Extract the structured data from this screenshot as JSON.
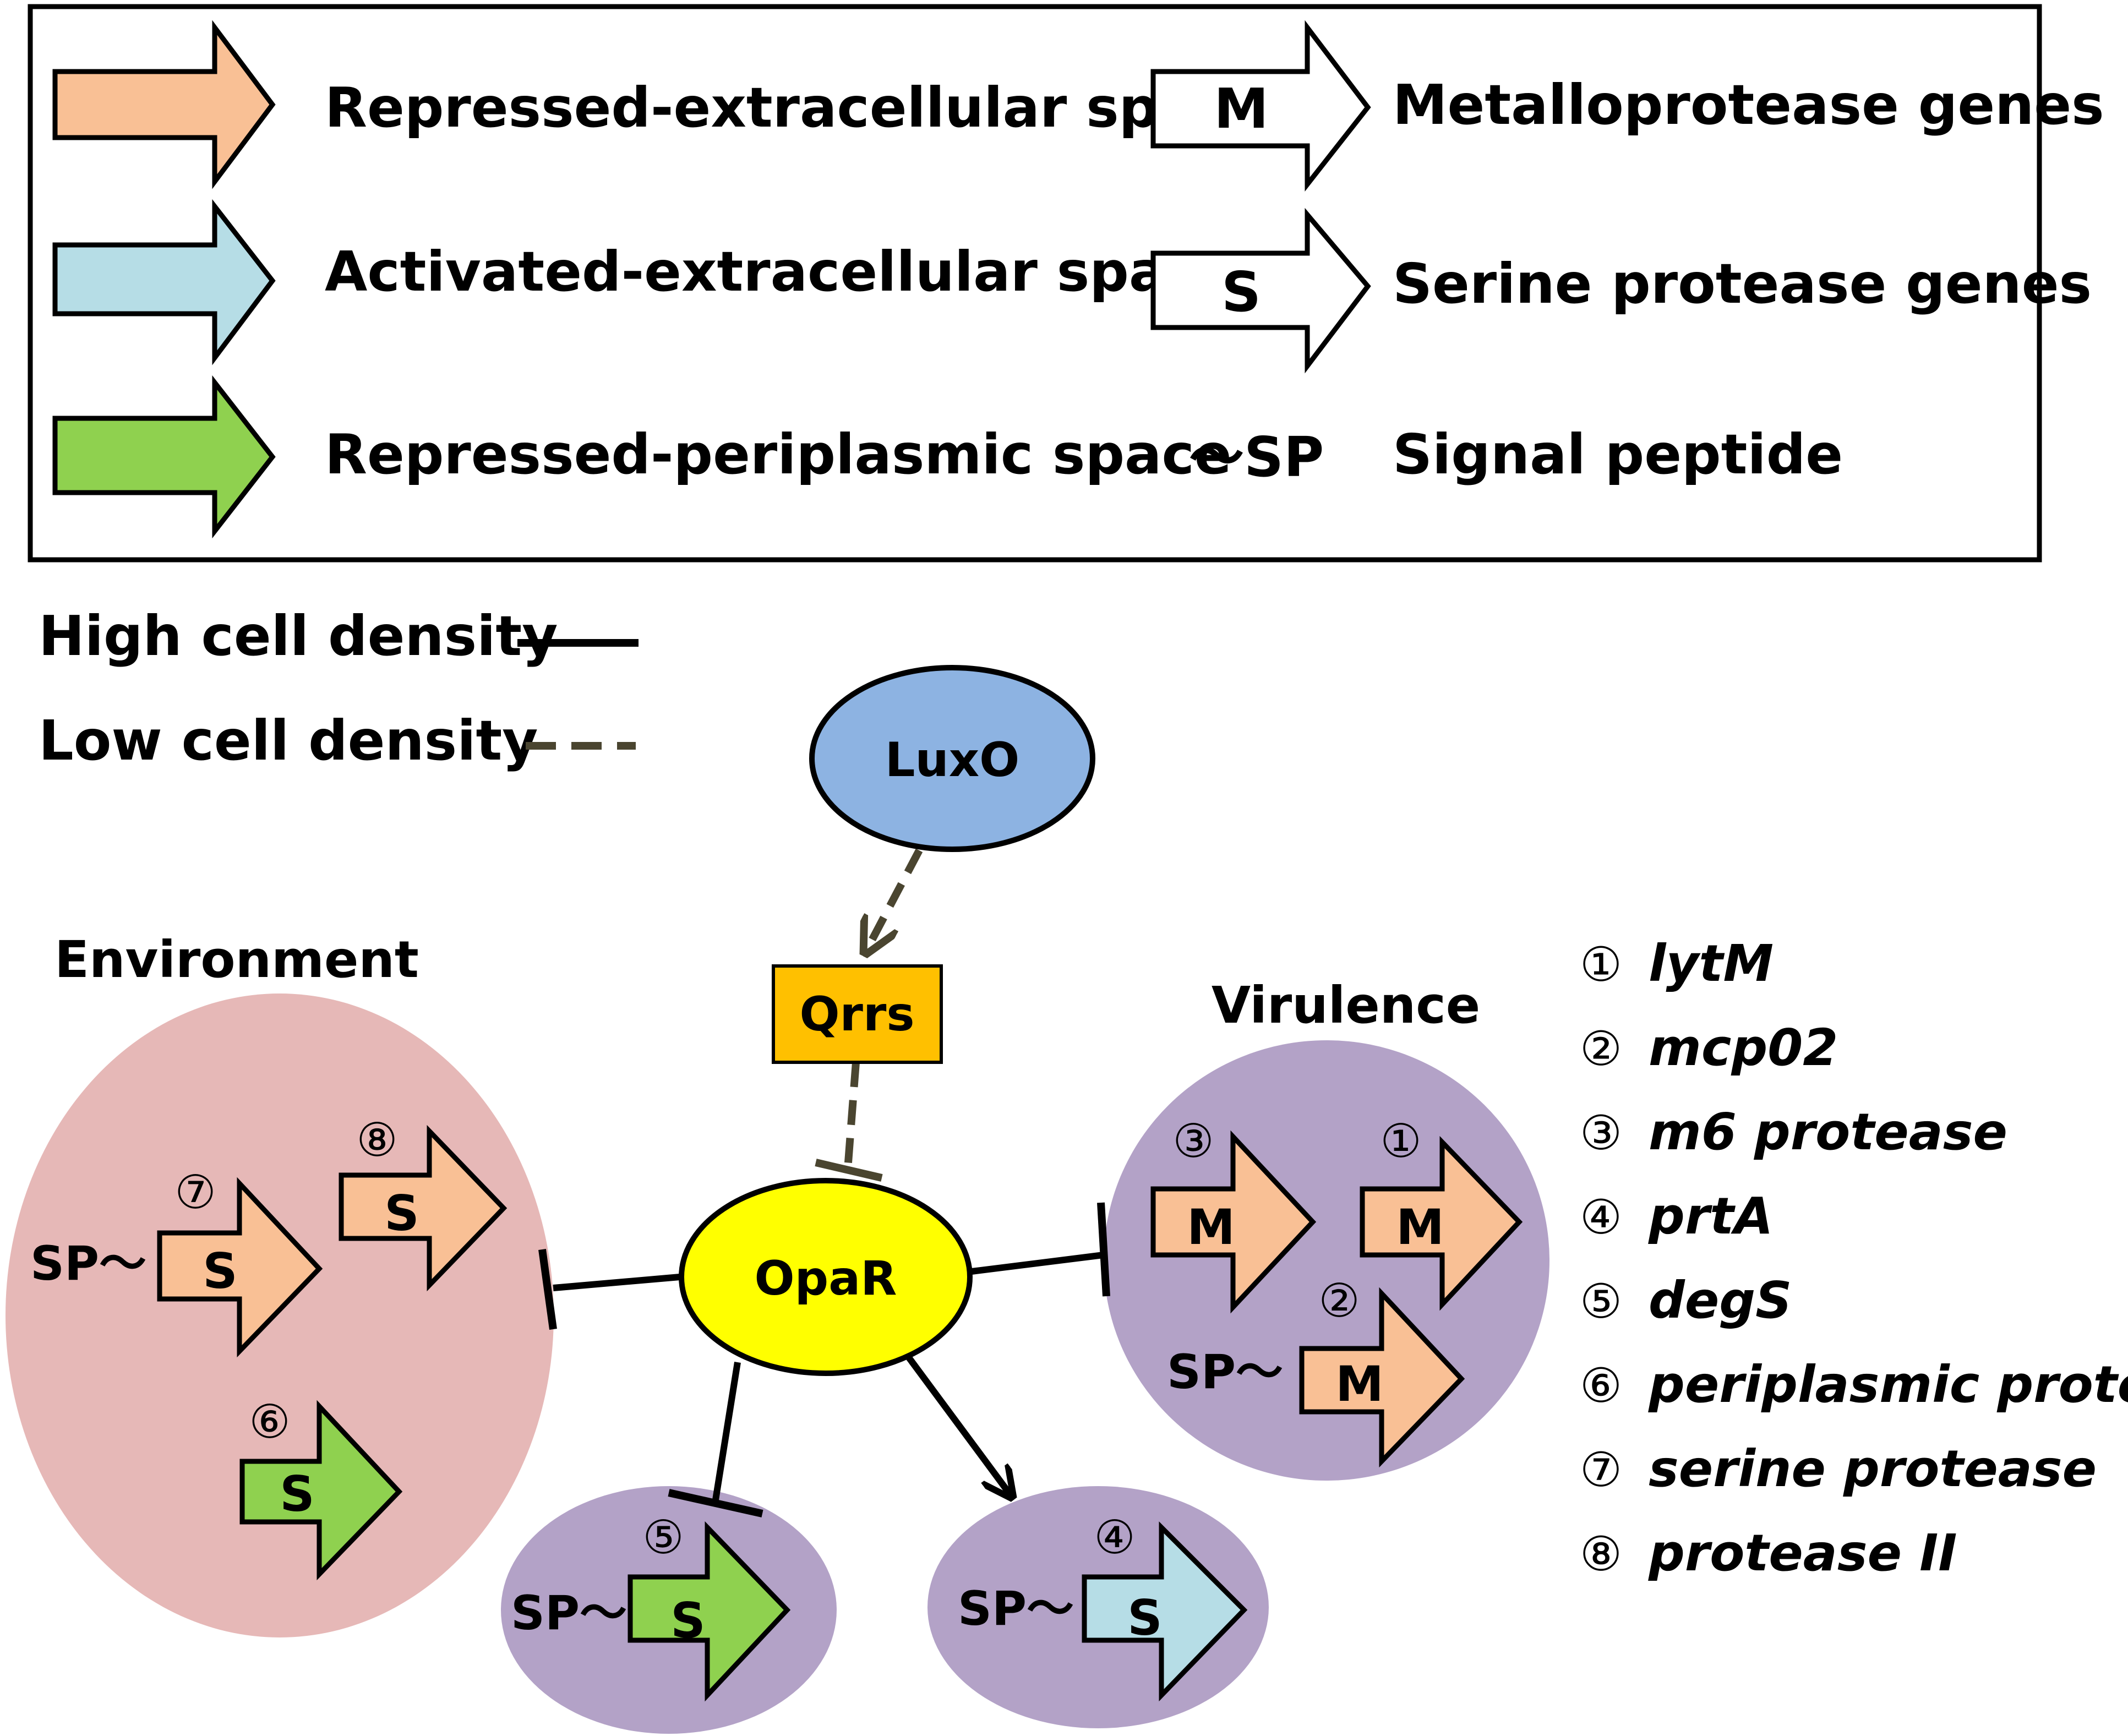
{
  "colors": {
    "repressed_extracellular": "#f9c095",
    "activated_extracellular": "#b6dde6",
    "repressed_periplasmic": "#8fd14f",
    "metalloprotease": "#ffffff",
    "luxo": "#8db3e2",
    "qrrs": "#ffc000",
    "opar": "#ffff00",
    "environment": "#e6b8b7",
    "virulence": "#b3a2c7",
    "low_density_line": "#4a4530",
    "high_density_line": "#000000"
  },
  "legend": {
    "repressed_extracellular": "Repressed-extracellular space",
    "activated_extracellular": "Activated-extracellular space",
    "repressed_periplasmic": "Repressed-periplasmic space",
    "metallo_symbol": "M",
    "metallo_label": "Metalloprotease genes",
    "serine_symbol": "S",
    "serine_label": "Serine protease genes",
    "sp_symbol": "～SP",
    "sp_label": "Signal peptide"
  },
  "density": {
    "high": "High cell density",
    "low": "Low cell density"
  },
  "nodes": {
    "luxo": "LuxO",
    "qrrs": "Qrrs",
    "opar": "OpaR"
  },
  "groups": {
    "environment": "Environment",
    "virulence": "Virulence"
  },
  "genes": {
    "g1": {
      "num": "①",
      "type": "M"
    },
    "g2": {
      "num": "②",
      "type": "M",
      "sp": "SP～"
    },
    "g3": {
      "num": "③",
      "type": "M"
    },
    "g4": {
      "num": "④",
      "type": "S",
      "sp": "SP～"
    },
    "g5": {
      "num": "⑤",
      "type": "S",
      "sp": "SP～"
    },
    "g6": {
      "num": "⑥",
      "type": "S"
    },
    "g7": {
      "num": "⑦",
      "type": "S",
      "sp": "SP～"
    },
    "g8": {
      "num": "⑧",
      "type": "S"
    }
  },
  "key": [
    {
      "num": "①",
      "name": "lytM"
    },
    {
      "num": "②",
      "name": "mcp02"
    },
    {
      "num": "③",
      "name": "m6 protease"
    },
    {
      "num": "④",
      "name": "prtA"
    },
    {
      "num": "⑤",
      "name": "degS"
    },
    {
      "num": "⑥",
      "name": "periplasmic protease"
    },
    {
      "num": "⑦",
      "name": "serine protease"
    },
    {
      "num": "⑧",
      "name": "protease II"
    }
  ]
}
